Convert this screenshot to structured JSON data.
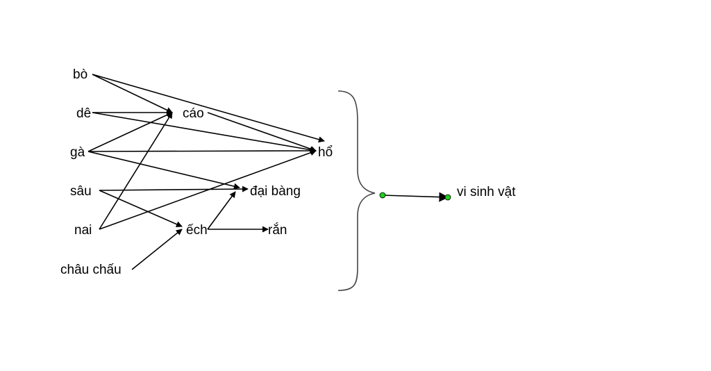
{
  "nodes": [
    {
      "id": "bo",
      "label": "bò"
    },
    {
      "id": "de",
      "label": "dê"
    },
    {
      "id": "ga",
      "label": "gà"
    },
    {
      "id": "sau",
      "label": "sâu"
    },
    {
      "id": "nai",
      "label": "nai"
    },
    {
      "id": "chauchau",
      "label": "châu chấu"
    },
    {
      "id": "cao",
      "label": "cáo"
    },
    {
      "id": "ho",
      "label": "hổ"
    },
    {
      "id": "daibang",
      "label": "đại bàng"
    },
    {
      "id": "ech",
      "label": "ếch"
    },
    {
      "id": "ran",
      "label": "rắn"
    },
    {
      "id": "visinhvat",
      "label": "vi sinh vật"
    }
  ],
  "edges": [
    {
      "from": "bo",
      "to": "cao"
    },
    {
      "from": "bo",
      "to": "ho"
    },
    {
      "from": "de",
      "to": "cao"
    },
    {
      "from": "de",
      "to": "ho"
    },
    {
      "from": "ga",
      "to": "cao"
    },
    {
      "from": "ga",
      "to": "ho"
    },
    {
      "from": "ga",
      "to": "daibang"
    },
    {
      "from": "sau",
      "to": "daibang"
    },
    {
      "from": "sau",
      "to": "ech"
    },
    {
      "from": "nai",
      "to": "cao"
    },
    {
      "from": "nai",
      "to": "ho"
    },
    {
      "from": "chauchau",
      "to": "ech"
    },
    {
      "from": "cao",
      "to": "ho"
    },
    {
      "from": "ech",
      "to": "daibang"
    },
    {
      "from": "ech",
      "to": "ran"
    }
  ],
  "brace_target": "visinhvat",
  "colors": {
    "line": "#000000",
    "dot": "#22cc22",
    "brace": "#444444"
  }
}
